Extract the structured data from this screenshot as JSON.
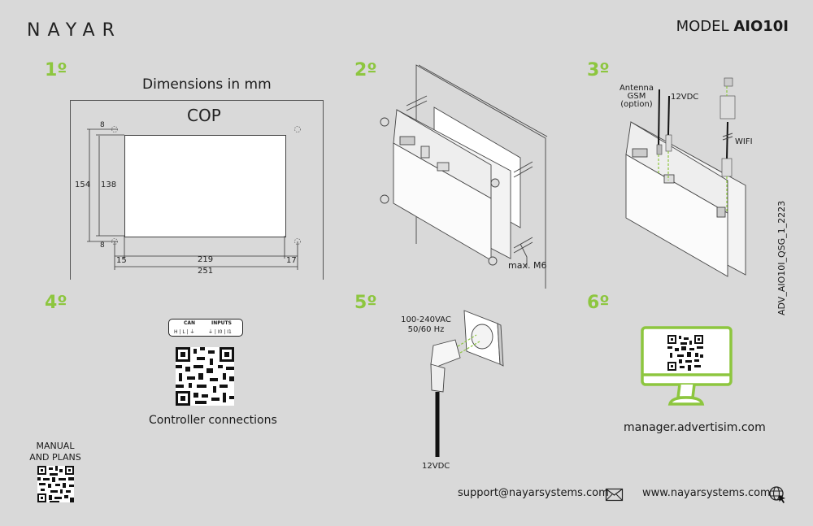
{
  "header": {
    "brand": "NAYAR",
    "model_prefix": "MODEL",
    "model_name": "AIO10I"
  },
  "doc_code": "ADV_AIO10I_QSG_1_2223",
  "accent_color": "#8dc63f",
  "background_color": "#d9d9d9",
  "steps": [
    {
      "number": "1º",
      "title": "Dimensions in mm",
      "panel_label": "COP",
      "dimensions": {
        "outer_height": "154",
        "inner_height": "138",
        "top_offset": "8",
        "bottom_offset": "8",
        "left_offset": "15",
        "cutout_width": "219",
        "right_offset": "17",
        "total_width": "251"
      }
    },
    {
      "number": "2º",
      "callout": "max. M6"
    },
    {
      "number": "3º",
      "labels": {
        "antenna_line1": "Antenna",
        "antenna_line2": "GSM",
        "antenna_line3": "(option)",
        "power": "12VDC",
        "wifi": "WIFI"
      }
    },
    {
      "number": "4º",
      "connector": {
        "can_label": "CAN",
        "inputs_label": "INPUTS",
        "can_pins": "H | L | ⏚",
        "input_pins": "⏚ | I0 | I1"
      },
      "caption": "Controller connections"
    },
    {
      "number": "5º",
      "input_voltage": "100-240VAC",
      "frequency": "50/60 Hz",
      "output_voltage": "12VDC"
    },
    {
      "number": "6º",
      "caption": "manager.advertisim.com"
    }
  ],
  "manual": {
    "line1": "MANUAL",
    "line2": "AND PLANS"
  },
  "footer": {
    "email": "support@nayarsystems.com",
    "email_icon": "envelope-icon",
    "website": "www.nayarsystems.com",
    "website_icon": "globe-cursor-icon"
  }
}
